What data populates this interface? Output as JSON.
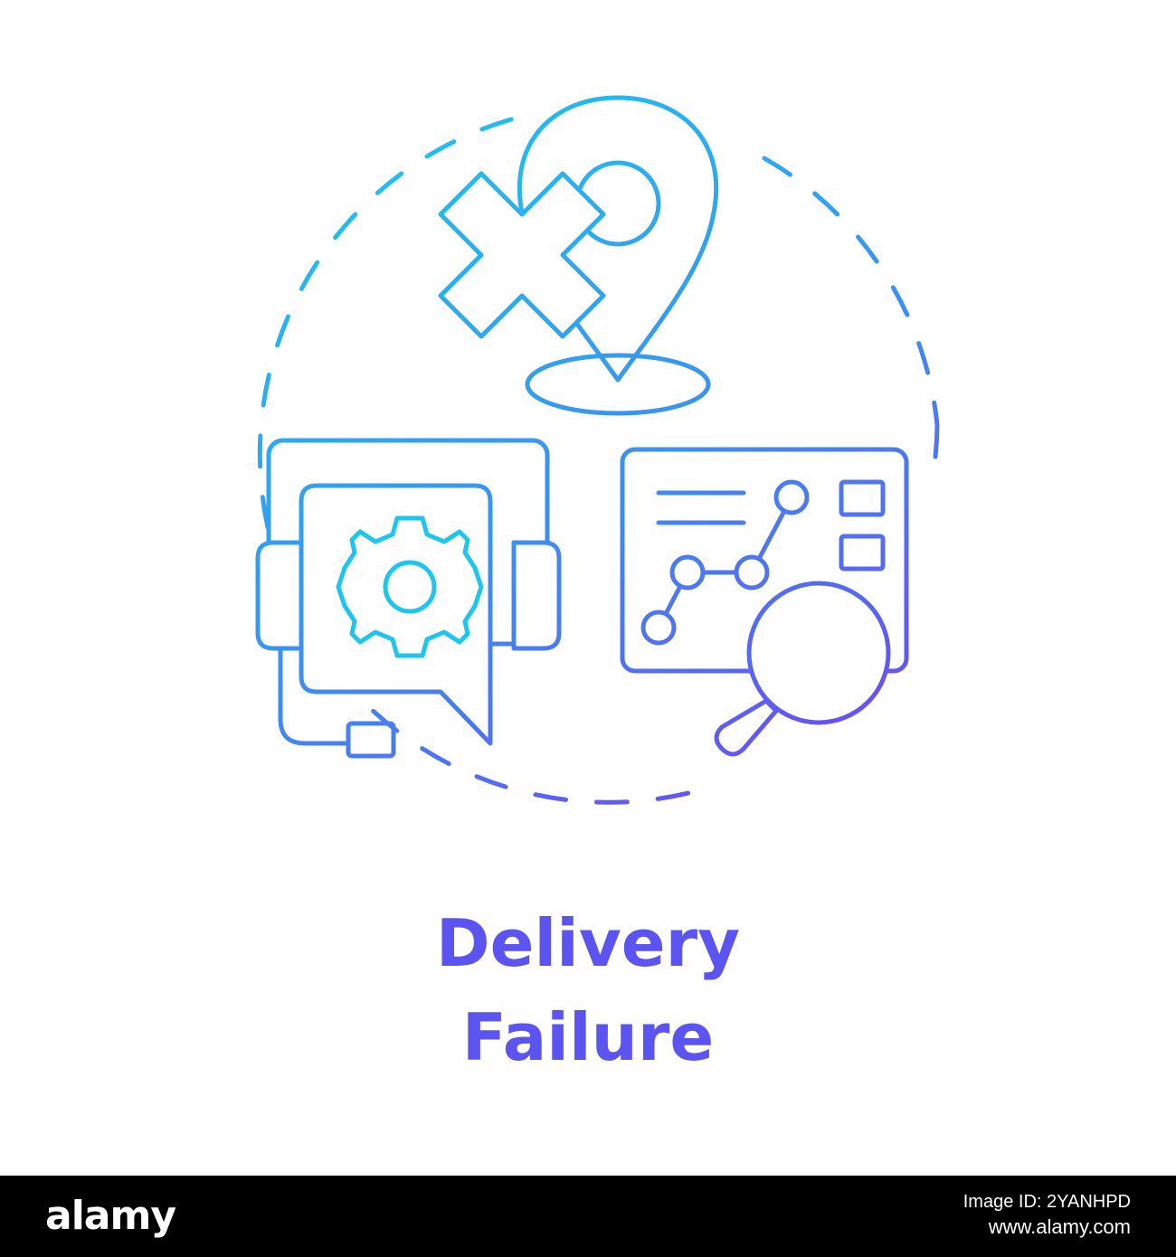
{
  "caption": {
    "line1": "Delivery",
    "line2": "Failure"
  },
  "icons": [
    "location-pin-icon",
    "cross-icon",
    "support-headset-icon",
    "gear-icon",
    "analytics-dashboard-icon",
    "magnifying-glass-icon"
  ],
  "colors": {
    "gradient_start": "#1ec5ee",
    "gradient_end": "#6a4cf2",
    "caption": "#5b54f0",
    "footer_background": "#000000",
    "footer_text": "#ffffff"
  },
  "footer": {
    "brand": "alamy",
    "image_id": "Image ID: 2YANHPD",
    "site": "www.alamy.com"
  }
}
